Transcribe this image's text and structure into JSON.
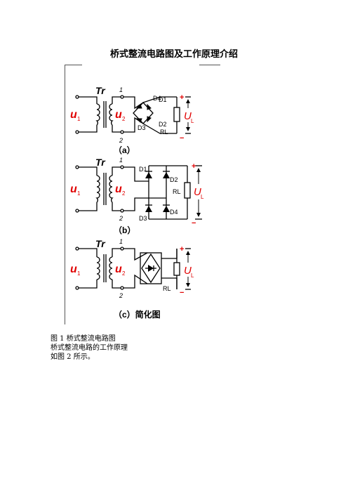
{
  "doc_title": "桥式整流电路图及工作原理介绍",
  "figure": {
    "tr": "Tr",
    "node1": "1",
    "node2": "2",
    "u1": "u",
    "u1_sub": "1",
    "u2": "u",
    "u2_sub": "2",
    "ul": "U",
    "ul_sub": "L",
    "rl": "RL",
    "plus": "+",
    "minus": "−",
    "d1": "D1",
    "d2": "D2",
    "d3": "D3",
    "d4": "D4",
    "label_a": "（a）",
    "label_b": "（b）",
    "label_c": "（c）简化图"
  },
  "captions": {
    "fig_caption": "图 1  桥式整流电路图",
    "section": "桥式整流电路的工作原理",
    "ref": "如图 2 所示。"
  },
  "colors": {
    "symbol_red": "#e00000",
    "wire": "#000000"
  }
}
